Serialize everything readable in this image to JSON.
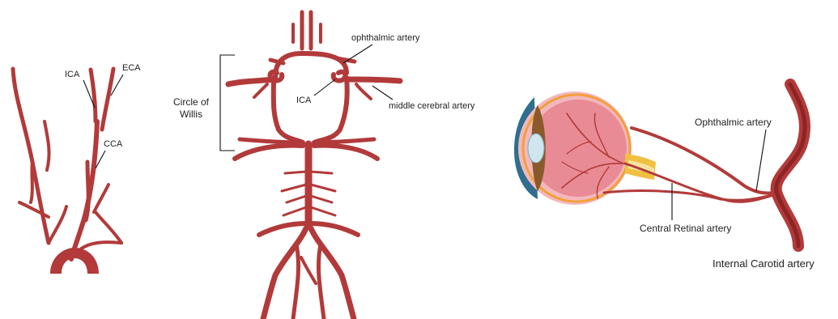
{
  "panels": {
    "neck": {
      "labels": {
        "ica": "ICA",
        "eca": "ECA",
        "cca": "CCA"
      }
    },
    "willis": {
      "labels": {
        "circle_line1": "Circle of",
        "circle_line2": "Willis",
        "ophthalmic": "ophthalmic artery",
        "ica": "ICA",
        "middle_cerebral": "middle cerebral artery"
      }
    },
    "eye": {
      "labels": {
        "ophthalmic": "Ophthalmic artery",
        "central_retinal": "Central Retinal artery",
        "internal_carotid": "Internal Carotid artery"
      }
    }
  },
  "colors": {
    "artery": "#b23a3a",
    "artery_dark": "#8e2424",
    "eye_sclera": "#f2b8be",
    "eye_retina": "#e98b95",
    "iris": "#8a5a2b",
    "cornea": "#2f6e8e"
  }
}
